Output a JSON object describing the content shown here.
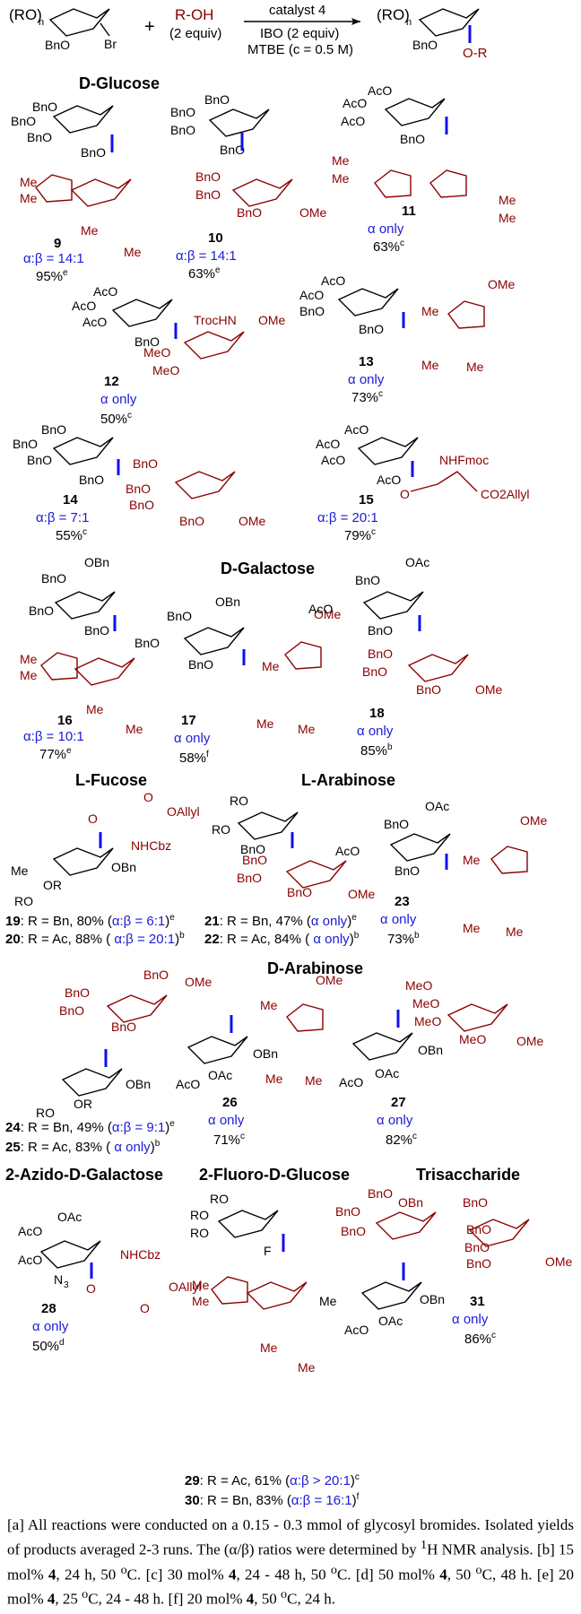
{
  "scheme": {
    "reactant_sugar": {
      "prefix": "(RO)",
      "sub": "n",
      "bno": "BnO",
      "br": "Br"
    },
    "plus": "+",
    "alcohol": {
      "formula": "R-OH",
      "equiv": "(2 equiv)"
    },
    "conditions": {
      "catalyst": "catalyst 4",
      "ibo": "IBO (2 equiv)",
      "solvent": "MTBE (c = 0.5 M)"
    },
    "product": {
      "prefix": "(RO)",
      "sub": "n",
      "bno": "BnO",
      "or": "O-R"
    }
  },
  "sections": {
    "glucose": "D-Glucose",
    "galactose": "D-Galactose",
    "fucose": "L-Fucose",
    "larabinose": "L-Arabinose",
    "darabinose": "D-Arabinose",
    "azido": "2-Azido-D-Galactose",
    "fluoro": "2-Fluoro-D-Glucose",
    "trisaccharide": "Trisaccharide"
  },
  "compounds": [
    {
      "id": "9",
      "sel": "α:β = 14:1",
      "yield": "95%",
      "note": "e"
    },
    {
      "id": "10",
      "sel": "α:β = 14:1",
      "yield": "63%",
      "note": "e"
    },
    {
      "id": "11",
      "sel": "α only",
      "yield": "63%",
      "note": "c"
    },
    {
      "id": "12",
      "sel": "α only",
      "yield": "50%",
      "note": "c"
    },
    {
      "id": "13",
      "sel": "α only",
      "yield": "73%",
      "note": "c"
    },
    {
      "id": "14",
      "sel": "α:β = 7:1",
      "yield": "55%",
      "note": "c"
    },
    {
      "id": "15",
      "sel": "α:β = 20:1",
      "yield": "79%",
      "note": "c"
    },
    {
      "id": "16",
      "sel": "α:β = 10:1",
      "yield": "77%",
      "note": "e"
    },
    {
      "id": "17",
      "sel": "α only",
      "yield": "58%",
      "note": "f"
    },
    {
      "id": "18",
      "sel": "α only",
      "yield": "85%",
      "note": "b"
    },
    {
      "id": "23",
      "sel": "α only",
      "yield": "73%",
      "note": "b"
    },
    {
      "id": "26",
      "sel": "α only",
      "yield": "71%",
      "note": "c"
    },
    {
      "id": "27",
      "sel": "α only",
      "yield": "82%",
      "note": "c"
    },
    {
      "id": "28",
      "sel": "α only",
      "yield": "50%",
      "note": "d"
    },
    {
      "id": "31",
      "sel": "α only",
      "yield": "86%",
      "note": "c"
    }
  ],
  "entries": [
    {
      "id": "19",
      "text": ": R = Bn, 80% (",
      "sel": "α:β = 6:1",
      "close": ")",
      "note": "e"
    },
    {
      "id": "20",
      "text": ": R = Ac, 88% (",
      "sel": " α:β = 20:1",
      "close": ")",
      "note": "b"
    },
    {
      "id": "21",
      "text": ": R = Bn, 47% (",
      "sel": "α only",
      "close": ")",
      "note": "e"
    },
    {
      "id": "22",
      "text": ": R = Ac, 84% (",
      "sel": " α only",
      "close": ")",
      "note": "b"
    },
    {
      "id": "24",
      "text": ": R = Bn, 49% (",
      "sel": "α:β = 9:1",
      "close": ")",
      "note": "e"
    },
    {
      "id": "25",
      "text": ": R = Ac, 83% (",
      "sel": " α only",
      "close": ")",
      "note": "b"
    },
    {
      "id": "29",
      "text": ": R = Ac, 61% (",
      "sel": "α:β > 20:1",
      "close": ")",
      "note": "c"
    },
    {
      "id": "30",
      "text": ": R = Bn, 83% (",
      "sel": "α:β = 16:1",
      "close": ")",
      "note": "f"
    }
  ],
  "labels": {
    "BnO": "BnO",
    "AcO": "AcO",
    "MeO": "MeO",
    "OBn": "OBn",
    "OAc": "OAc",
    "OMe": "OMe",
    "Me": "Me",
    "RO": "RO",
    "OR": "OR",
    "F": "F",
    "N3": "N",
    "N3sub": "3",
    "TrocHN": "TrocHN",
    "NHFmoc": "NHFmoc",
    "NHCbz": "NHCbz",
    "OAllyl": "OAllyl",
    "CO2Allyl": "CO2Allyl",
    "O": "O"
  },
  "footnotes": {
    "a": "[a] All reactions were conducted on a 0.15 - 0.3 mmol of glycosyl bromides. Isolated yields of products averaged 2-3 runs. The (α/β) ratios were determined by ",
    "a_nmr": "1",
    "a_end": "H NMR analysis.",
    "b": "[b] 15 mol% ",
    "b_rest": ", 24 h, 50 ",
    "c": "[c] 30 mol% ",
    "c_rest": ", 24 - 48 h, 50 ",
    "d": "[d] 50 mol% ",
    "d_rest": ", 50 ",
    "d_end": "C, 48 h.",
    "e": "[e] 20 mol% ",
    "e_rest": ", 25 ",
    "e_end": "C, 24 - 48 h.",
    "f": "[f] 20 mol% ",
    "f_rest": ", 50 ",
    "f_end": "C, 24 h.",
    "bold4": "4",
    "deg": "o",
    "C": "C."
  },
  "colors": {
    "alpha_blue": "#1b1bd9",
    "acceptor_red": "#8b0000",
    "bond_blue": "#1010ee",
    "text": "#000000"
  }
}
